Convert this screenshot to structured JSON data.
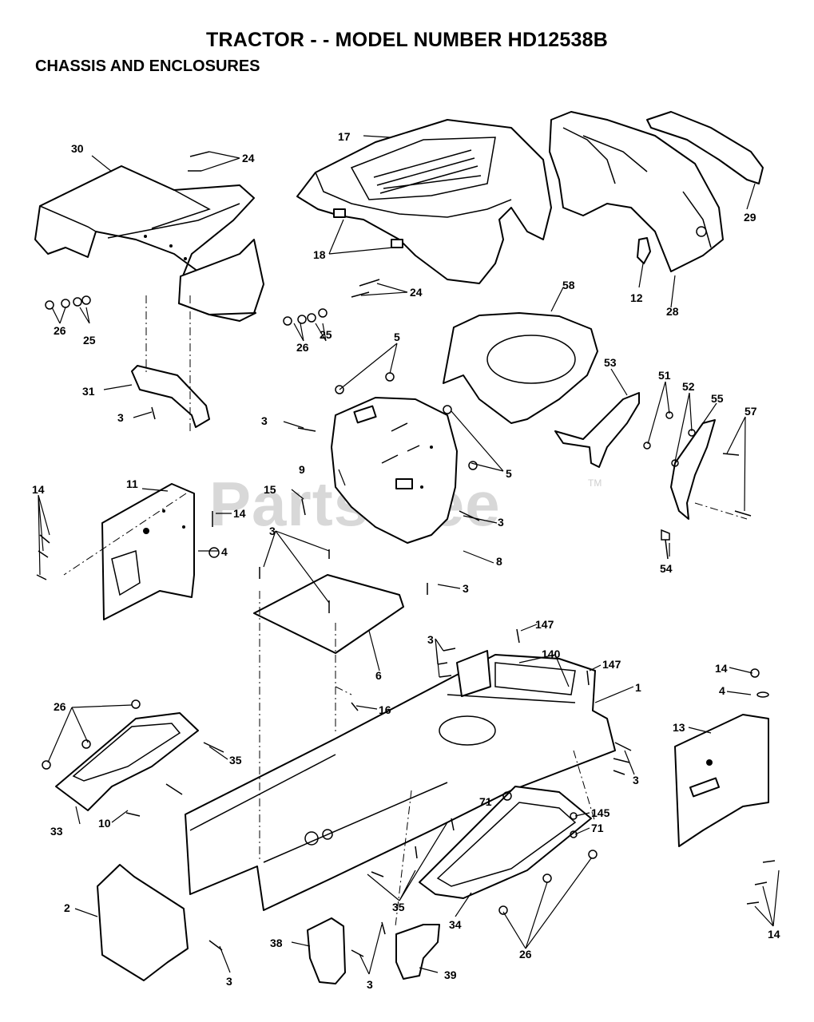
{
  "header": {
    "title": "TRACTOR - - MODEL NUMBER HD12538B",
    "subtitle": "CHASSIS AND ENCLOSURES"
  },
  "watermark": {
    "text": "PartsTree",
    "tm": "TM"
  },
  "callouts": {
    "c17": "17",
    "c30": "30",
    "c24a": "24",
    "c24b": "24",
    "c18": "18",
    "c29": "29",
    "c12": "12",
    "c28": "28",
    "c58": "58",
    "c26a": "26",
    "c25a": "25",
    "c26b": "26",
    "c25b": "25",
    "c5a": "5",
    "c5b": "5",
    "c31": "31",
    "c3a": "3",
    "c3b": "3",
    "c9": "9",
    "c53": "53",
    "c51": "51",
    "c52": "52",
    "c55": "55",
    "c57": "57",
    "c11": "11",
    "c14a": "14",
    "c15": "15",
    "c14b": "14",
    "c4a": "4",
    "c3c": "3",
    "c3d": "3",
    "c8": "8",
    "c3e": "3",
    "c54": "54",
    "c147a": "147",
    "c147b": "147",
    "c3f": "3",
    "c140": "140",
    "c1": "1",
    "c6": "6",
    "c14c": "14",
    "c4b": "4",
    "c13": "13",
    "c26c": "26",
    "c16": "16",
    "c35a": "35",
    "c3g": "3",
    "c33": "33",
    "c10": "10",
    "c71a": "71",
    "c145": "145",
    "c71b": "71",
    "c2": "2",
    "c35b": "35",
    "c34": "34",
    "c26d": "26",
    "c14d": "14",
    "c38": "38",
    "c3h": "3",
    "c3i": "3",
    "c39": "39"
  }
}
